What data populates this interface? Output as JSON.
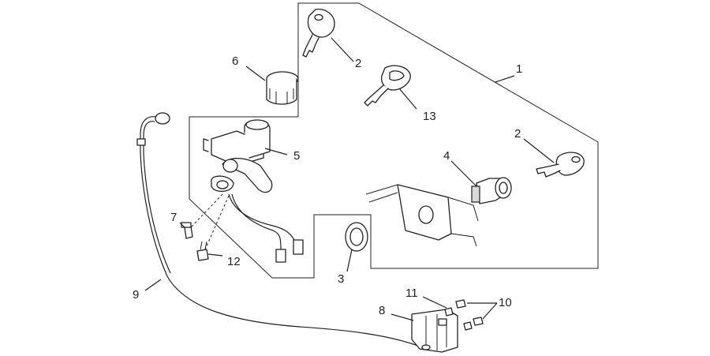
{
  "diagram": {
    "callouts": {
      "c1": "1",
      "c2a": "2",
      "c2b": "2",
      "c3": "3",
      "c4": "4",
      "c5": "5",
      "c6": "6",
      "c7": "7",
      "c8": "8",
      "c9": "9",
      "c10": "10",
      "c11": "11",
      "c12": "12",
      "c13": "13"
    }
  }
}
